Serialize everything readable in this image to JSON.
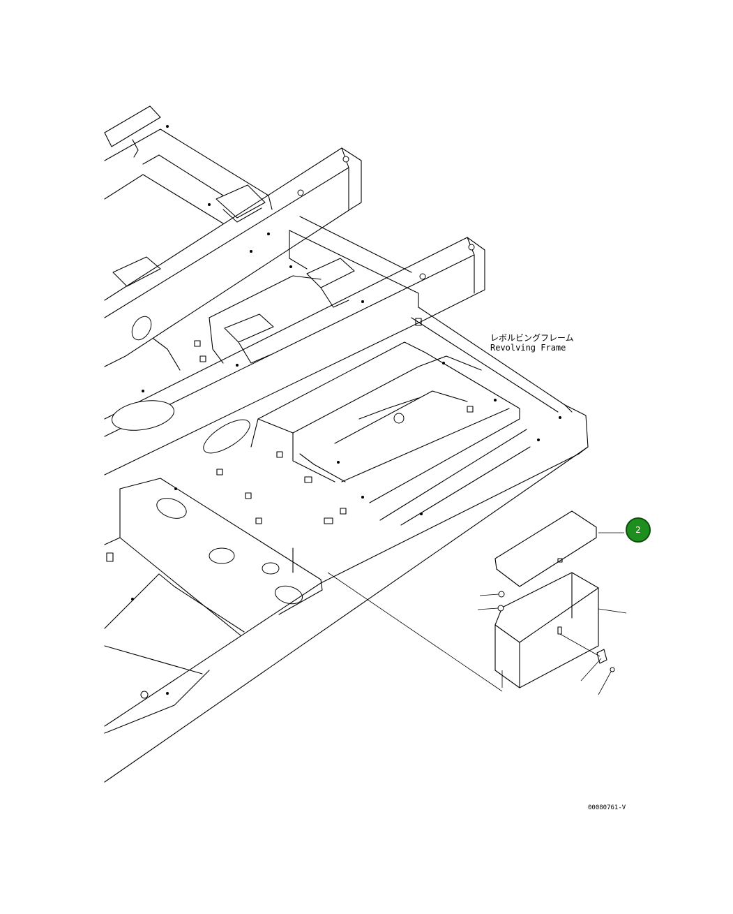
{
  "labels": {
    "part_name_jp": "レボルビングフレーム",
    "part_name_en": "Revolving Frame"
  },
  "callouts": [
    {
      "number": "2"
    }
  ],
  "figure_code": "00080761-V",
  "colors": {
    "line": "#000000",
    "background": "#ffffff",
    "callout_fill": "#1e8f1e"
  }
}
